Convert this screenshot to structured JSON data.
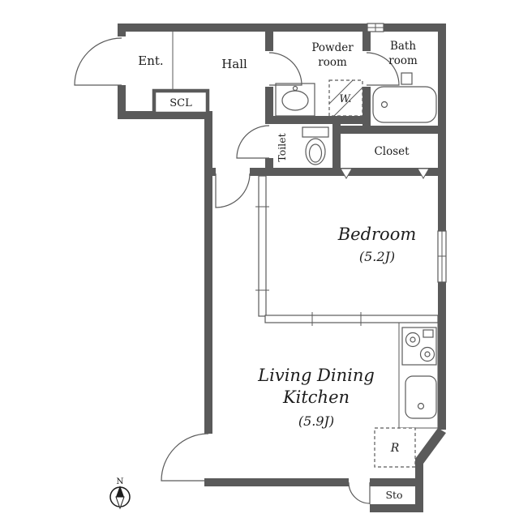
{
  "colors": {
    "wall": "#5a5a5a",
    "text": "#1c1c1c",
    "background": "#ffffff"
  },
  "labels": {
    "entrance": "Ent.",
    "hall": "Hall",
    "powder_room_line1": "Powder",
    "powder_room_line2": "room",
    "bath_room_line1": "Bath",
    "bath_room_line2": "room",
    "shoe_closet": "SCL",
    "washer_space": "W.",
    "toilet": "Toilet",
    "closet": "Closet",
    "bedroom_name": "Bedroom",
    "bedroom_size": "(5.2J)",
    "ldk_line1": "Living Dining",
    "ldk_line2": "Kitchen",
    "ldk_size": "(5.9J)",
    "refrigerator_space": "R",
    "storage": "Sto",
    "compass_north": "N"
  }
}
